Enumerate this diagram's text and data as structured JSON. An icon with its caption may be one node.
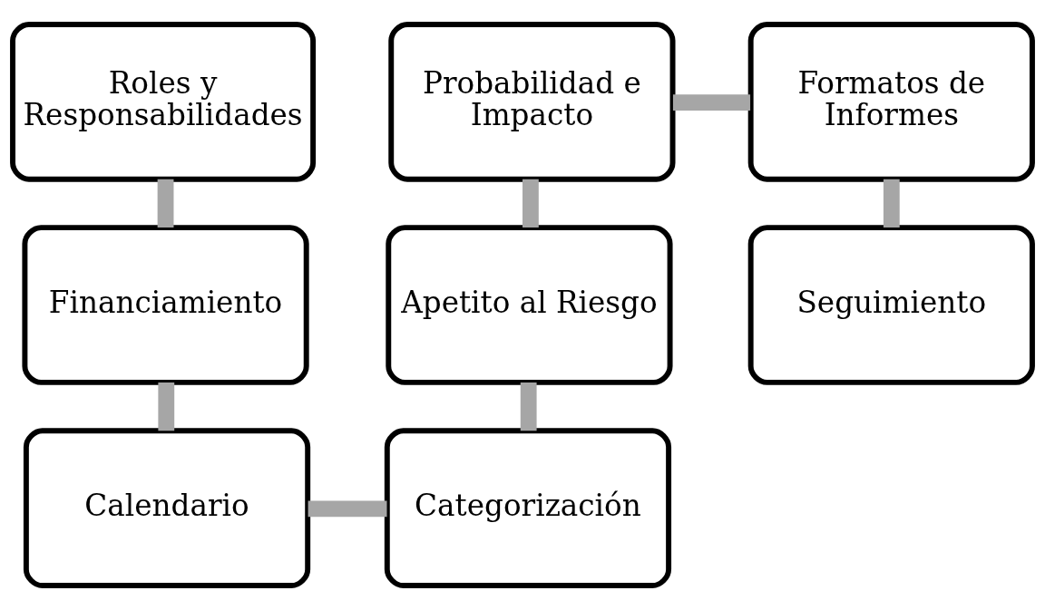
{
  "diagram": {
    "nodes": [
      {
        "text": [
          "Roles y Responsabilidades"
        ]
      },
      {
        "text": [
          "Probabilidad e Impacto"
        ]
      },
      {
        "text": [
          "Formatos de Informes"
        ]
      },
      {
        "text": [
          "Financiamiento"
        ]
      },
      {
        "text": [
          "Apetito al Riesgo"
        ]
      },
      {
        "text": [
          "Seguimiento"
        ]
      },
      {
        "text": [
          "Calendario"
        ]
      },
      {
        "text": [
          "Categorización"
        ]
      }
    ],
    "edges": [
      {
        "from": 0,
        "to": 3,
        "arrow": "none"
      },
      {
        "from": 3,
        "to": 6,
        "arrow": "none"
      },
      {
        "from": 6,
        "to": 7,
        "arrow": "none"
      },
      {
        "from": 4,
        "to": 7,
        "arrow": "none"
      },
      {
        "from": 1,
        "to": 4,
        "arrow": "none"
      },
      {
        "from": 1,
        "to": 2,
        "arrow": "none"
      },
      {
        "from": 2,
        "to": 5,
        "arrow": "none"
      }
    ]
  }
}
